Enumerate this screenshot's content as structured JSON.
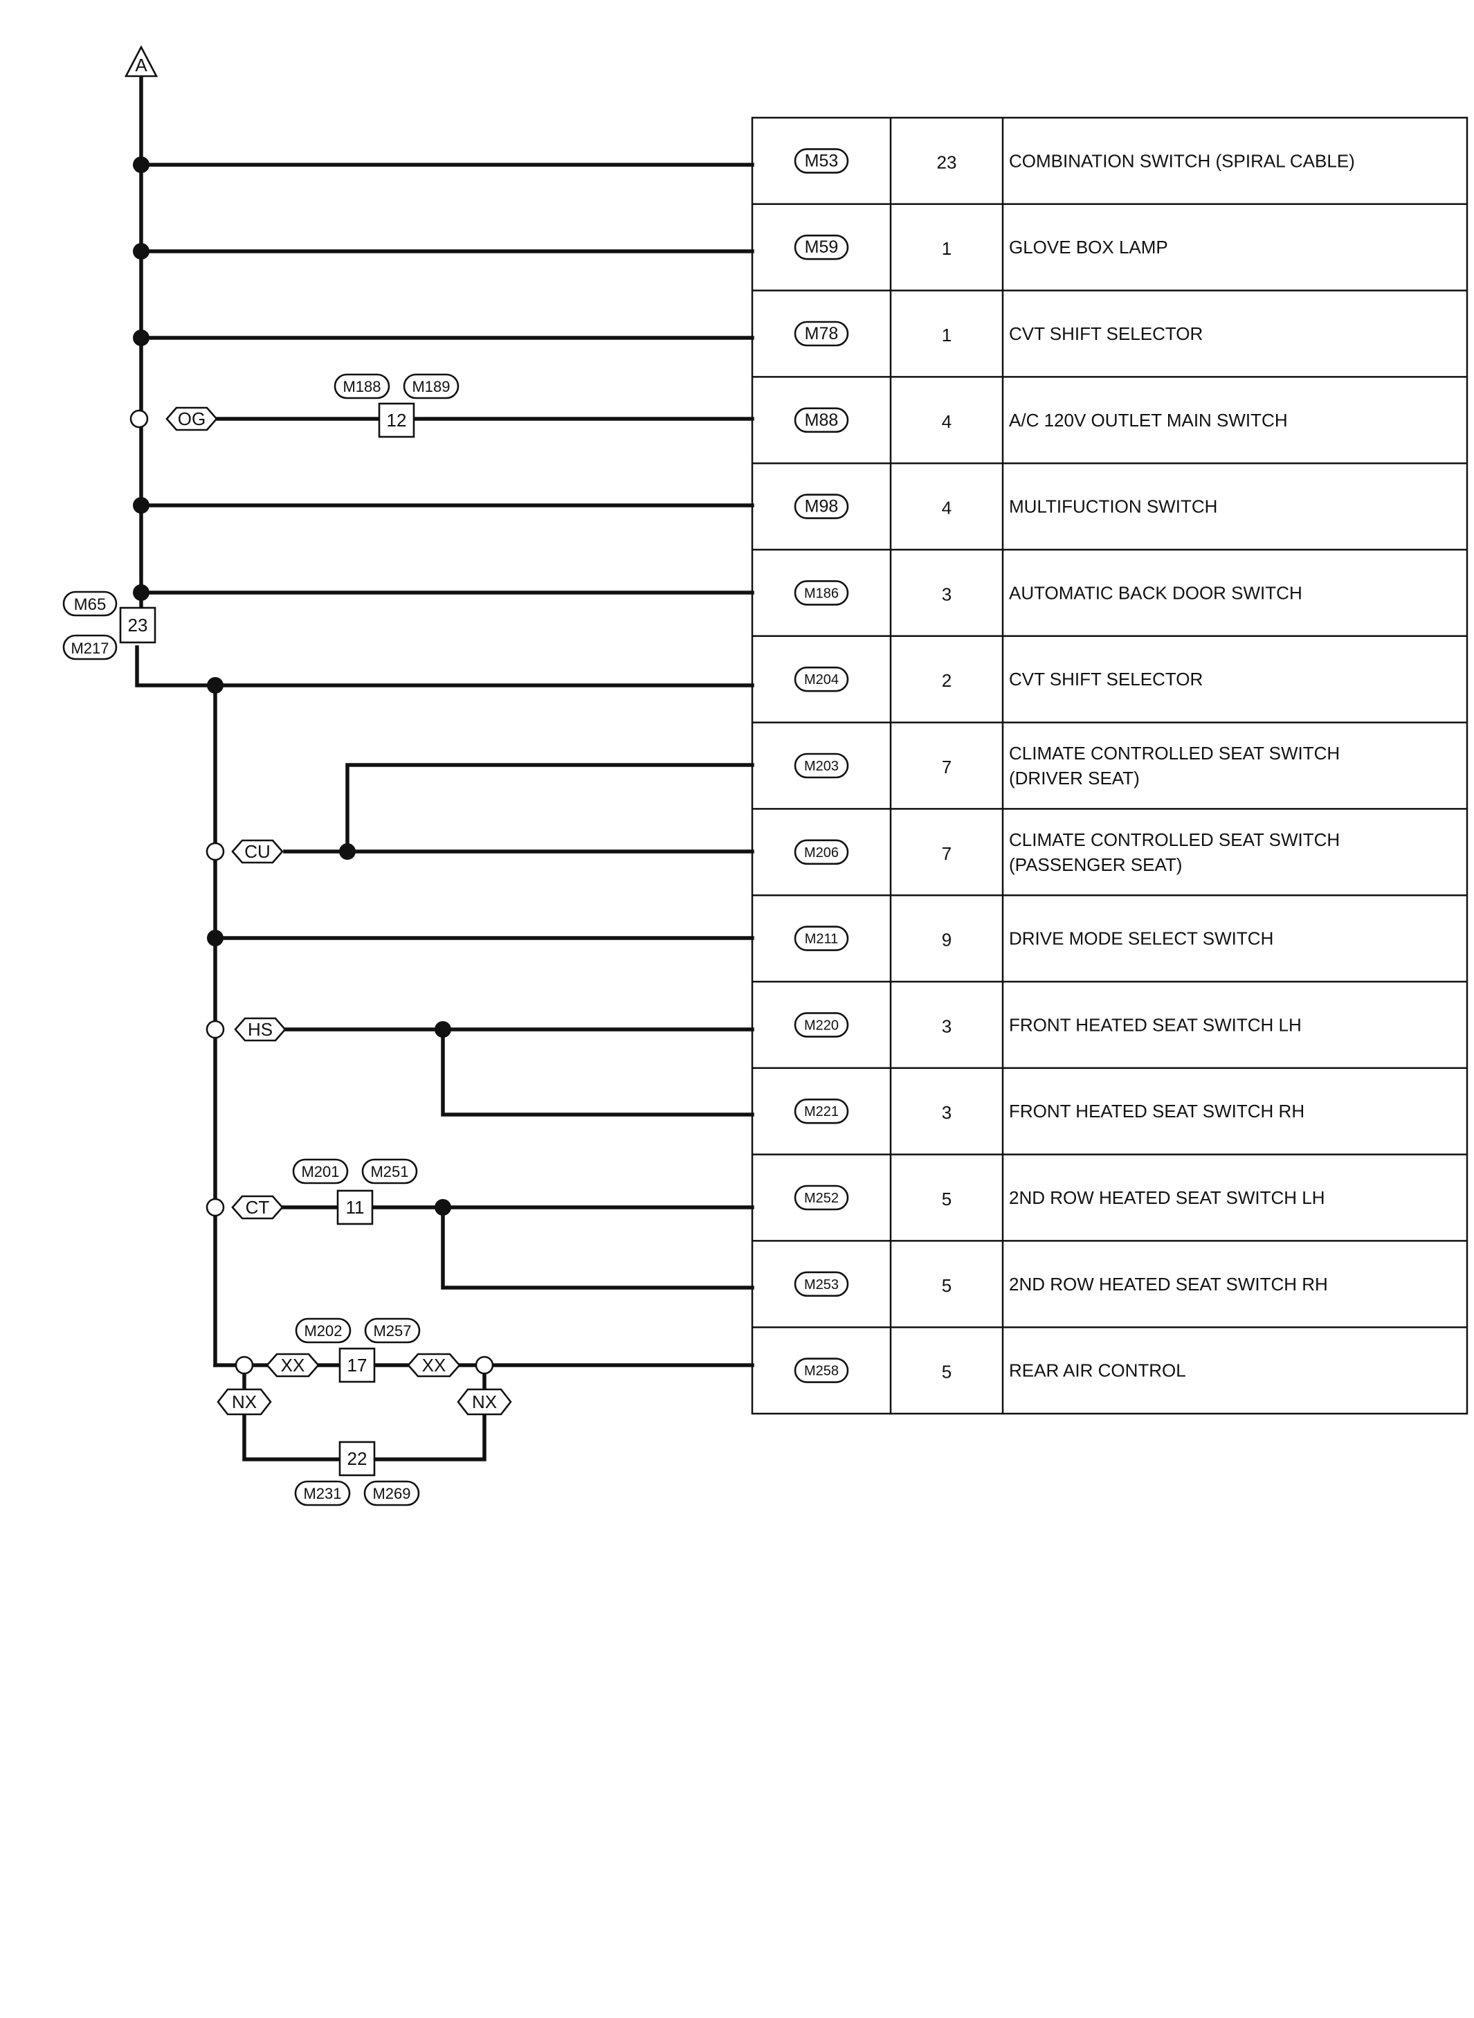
{
  "colors": {
    "ink": "#111111",
    "paper": "#ffffff"
  },
  "top_marker": "A",
  "main_connector": {
    "labels": [
      "M65",
      "M217"
    ],
    "pin": "23"
  },
  "options": [
    {
      "code": "OG",
      "connector_labels": [
        "M188",
        "M189"
      ],
      "pin": "12"
    },
    {
      "code": "CU"
    },
    {
      "code": "HS"
    },
    {
      "code": "CT",
      "connector_labels": [
        "M201",
        "M251"
      ],
      "pin": "11"
    },
    {
      "code": "XX",
      "connector_labels": [
        "M202",
        "M257"
      ],
      "pin": "17"
    },
    {
      "code": "NX",
      "connector_labels": [
        "M231",
        "M269"
      ],
      "pin": "22"
    }
  ],
  "table": {
    "rows": [
      {
        "connector": "M53",
        "terminal": "23",
        "description": [
          "COMBINATION SWITCH (SPIRAL CABLE)"
        ]
      },
      {
        "connector": "M59",
        "terminal": "1",
        "description": [
          "GLOVE BOX LAMP"
        ]
      },
      {
        "connector": "M78",
        "terminal": "1",
        "description": [
          "CVT SHIFT SELECTOR"
        ]
      },
      {
        "connector": "M88",
        "terminal": "4",
        "description": [
          "A/C 120V OUTLET MAIN SWITCH"
        ]
      },
      {
        "connector": "M98",
        "terminal": "4",
        "description": [
          "MULTIFUCTION SWITCH"
        ]
      },
      {
        "connector": "M186",
        "terminal": "3",
        "description": [
          "AUTOMATIC BACK DOOR SWITCH"
        ]
      },
      {
        "connector": "M204",
        "terminal": "2",
        "description": [
          "CVT SHIFT SELECTOR"
        ]
      },
      {
        "connector": "M203",
        "terminal": "7",
        "description": [
          "CLIMATE CONTROLLED SEAT SWITCH",
          "(DRIVER SEAT)"
        ]
      },
      {
        "connector": "M206",
        "terminal": "7",
        "description": [
          "CLIMATE CONTROLLED SEAT SWITCH",
          "(PASSENGER SEAT)"
        ]
      },
      {
        "connector": "M211",
        "terminal": "9",
        "description": [
          "DRIVE MODE SELECT SWITCH"
        ]
      },
      {
        "connector": "M220",
        "terminal": "3",
        "description": [
          "FRONT HEATED SEAT SWITCH LH"
        ]
      },
      {
        "connector": "M221",
        "terminal": "3",
        "description": [
          "FRONT HEATED SEAT SWITCH RH"
        ]
      },
      {
        "connector": "M252",
        "terminal": "5",
        "description": [
          "2ND ROW HEATED SEAT SWITCH LH"
        ]
      },
      {
        "connector": "M253",
        "terminal": "5",
        "description": [
          "2ND ROW HEATED SEAT SWITCH RH"
        ]
      },
      {
        "connector": "M258",
        "terminal": "5",
        "description": [
          "REAR AIR CONTROL"
        ]
      }
    ]
  }
}
